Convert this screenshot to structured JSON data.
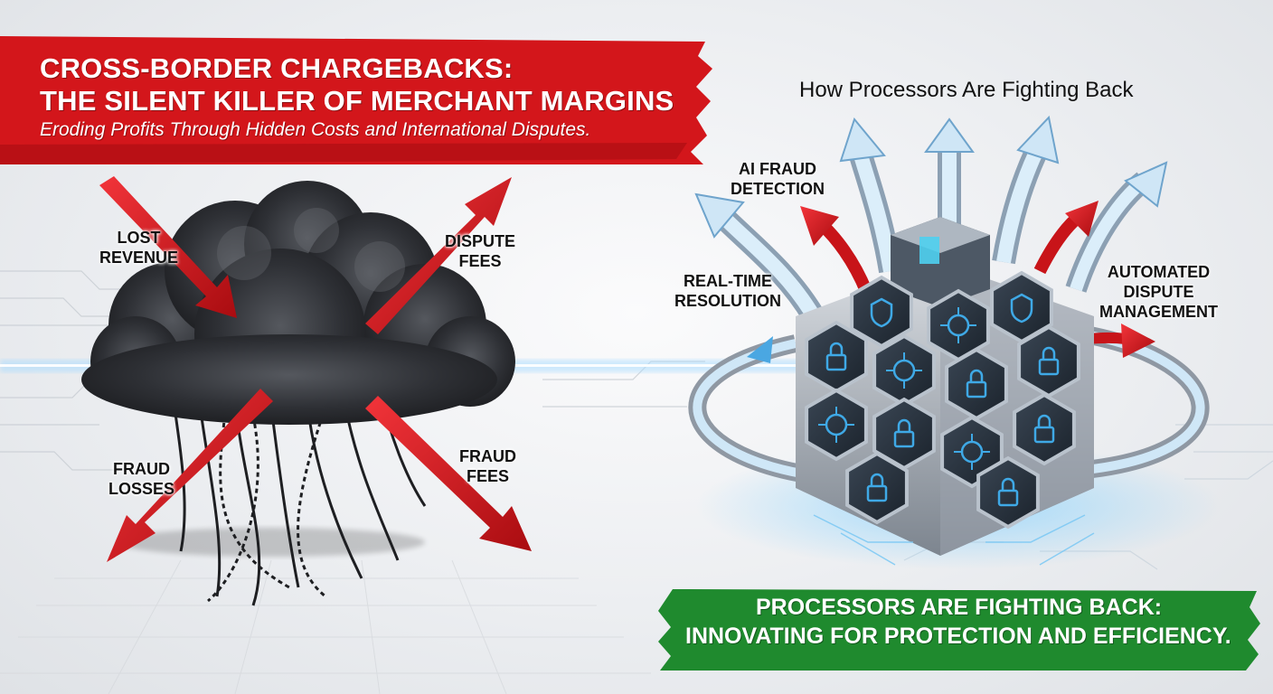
{
  "header": {
    "headline_line1": "CROSS-BORDER CHARGEBACKS:",
    "headline_line2": "THE SILENT KILLER OF MERCHANT MARGINS",
    "subheadline": "Eroding Profits Through Hidden Costs and International Disputes."
  },
  "left_panel": {
    "labels": {
      "lost_revenue": [
        "LOST",
        "REVENUE"
      ],
      "dispute_fees": [
        "DISPUTE",
        "FEES"
      ],
      "fraud_losses": [
        "FRAUD",
        "LOSSES"
      ],
      "fraud_fees": [
        "FRAUD",
        "FEES"
      ]
    }
  },
  "right_panel": {
    "title": "How Processors Are Fighting Back",
    "labels": {
      "ai_fraud_detection": [
        "AI FRAUD",
        "DETECTION"
      ],
      "real_time_resolution": [
        "REAL-TIME",
        "RESOLUTION"
      ],
      "automated_dispute_management": [
        "AUTOMATED",
        "DISPUTE",
        "MANAGEMENT"
      ]
    }
  },
  "footer": {
    "line1": "PROCESSORS ARE FIGHTING BACK:",
    "line2": "INNOVATING FOR PROTECTION AND EFFICIENCY."
  },
  "colors": {
    "danger_red": "#d3161b",
    "success_green": "#1f8a2e",
    "tech_blue": "#3fa9e6",
    "cloud_dark": "#2b2d31"
  },
  "icons": [
    "storm-cloud-icon",
    "chain-icon",
    "padlock-icon",
    "shield-icon",
    "circuit-chip-icon"
  ]
}
